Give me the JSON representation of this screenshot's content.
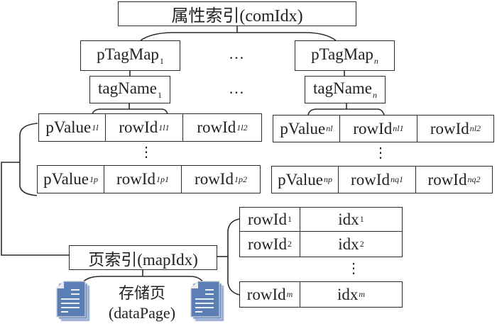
{
  "top": {
    "label": "属性索引(comIdx)"
  },
  "tagmaps": [
    {
      "base": "pTagMap",
      "sub": "1",
      "sub_italic": false
    },
    {
      "base": "pTagMap",
      "sub": "n",
      "sub_italic": true
    }
  ],
  "tagnames": [
    {
      "base": "tagName",
      "sub": "1",
      "sub_italic": false
    },
    {
      "base": "tagName",
      "sub": "n",
      "sub_italic": true
    }
  ],
  "ellipsis_h": "…",
  "ellipsis_v": "⋮",
  "left_rows": [
    [
      {
        "base": "pValue",
        "sub": "1l"
      },
      {
        "base": "rowId",
        "sub": "1l1"
      },
      {
        "base": "rowId",
        "sub": "1l2"
      }
    ],
    [
      {
        "base": "pValue",
        "sub": "1p"
      },
      {
        "base": "rowId",
        "sub": "1p1"
      },
      {
        "base": "rowId",
        "sub": "1p2"
      }
    ]
  ],
  "right_rows": [
    [
      {
        "base": "pValue",
        "sub": "nl"
      },
      {
        "base": "rowId",
        "sub": "nl1"
      },
      {
        "base": "rowId",
        "sub": "nl2"
      }
    ],
    [
      {
        "base": "pValue",
        "sub": "np"
      },
      {
        "base": "rowId",
        "sub": "nq1"
      },
      {
        "base": "rowId",
        "sub": "nq2"
      }
    ]
  ],
  "map_index": {
    "label": "页索引(mapIdx)"
  },
  "map_rows": [
    [
      {
        "base": "rowId",
        "sub": "1"
      },
      {
        "base": "idx",
        "sub": "1"
      }
    ],
    [
      {
        "base": "rowId",
        "sub": "2"
      },
      {
        "base": "idx",
        "sub": "2"
      }
    ],
    [
      {
        "base": "rowId",
        "sub": "m"
      },
      {
        "base": "idx",
        "sub": "m"
      }
    ]
  ],
  "data_page": {
    "line1": "存储页",
    "line2": "(dataPage)"
  },
  "icons": {
    "document": "document-stack-icon"
  },
  "colors": {
    "line": "#2b2b2b",
    "doc_fill": "#5b7fb5",
    "doc_line": "#ffffff"
  }
}
